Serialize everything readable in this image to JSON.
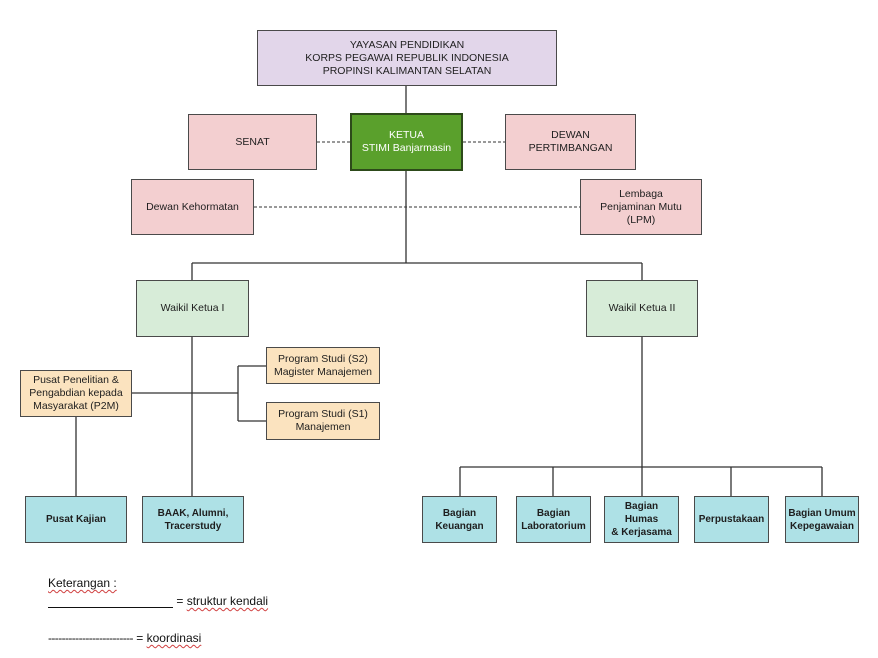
{
  "title_box": {
    "lines": [
      "YAYASAN PENDIDIKAN",
      "KORPS PEGAWAI  REPUBLIK INDONESIA",
      "PROPINSI KALIMANTAN SELATAN"
    ]
  },
  "senat": {
    "label": "SENAT"
  },
  "ketua": {
    "lines": [
      "KETUA",
      "STIMI Banjarmasin"
    ]
  },
  "dewan_pertimbangan": {
    "lines": [
      "DEWAN",
      "PERTIMBANGAN"
    ]
  },
  "dewan_kehormatan": {
    "label": "Dewan Kehormatan"
  },
  "lpm": {
    "lines": [
      "Lembaga",
      "Penjaminan Mutu",
      "(LPM)"
    ]
  },
  "wakil_ketua_1": {
    "label": "Waikil Ketua I"
  },
  "wakil_ketua_2": {
    "label": "Waikil Ketua II"
  },
  "p2m": {
    "lines": [
      "Pusat Penelitian &",
      "Pengabdian kepada",
      "Masyarakat (P2M)"
    ]
  },
  "prodi_s2": {
    "lines": [
      "Program Studi (S2)",
      "Magister Manajemen"
    ]
  },
  "prodi_s1": {
    "lines": [
      "Program Studi (S1)",
      "Manajemen"
    ]
  },
  "pusat_kajian": {
    "label": "Pusat Kajian"
  },
  "baak": {
    "lines": [
      "BAAK, Alumni,",
      "Tracerstudy"
    ]
  },
  "bagian": [
    {
      "lines": [
        "Bagian",
        "Keuangan"
      ]
    },
    {
      "lines": [
        "Bagian",
        "Laboratorium"
      ]
    },
    {
      "lines": [
        "Bagian Humas",
        "& Kerjasama"
      ]
    },
    {
      "lines": [
        "Perpustakaan"
      ]
    },
    {
      "lines": [
        "Bagian Umum",
        "Kepegawaian"
      ]
    }
  ],
  "legend": {
    "title": "Keterangan :",
    "solid_line": "___________________",
    "solid_label": "= struktur kendali",
    "dashed_line": "-------------------------",
    "dashed_label": "= koordinasi",
    "solid_eq": "=",
    "solid_text": "struktur kendali",
    "dashed_eq": "=",
    "dashed_text": "koordinasi"
  },
  "colors": {
    "yayasan": "#e2d6ea",
    "pink": "#f3cfd0",
    "ketua": "#5aa02c",
    "wakil": "#d7ecd8",
    "program": "#fbe3bf",
    "unit": "#aee1e6"
  }
}
